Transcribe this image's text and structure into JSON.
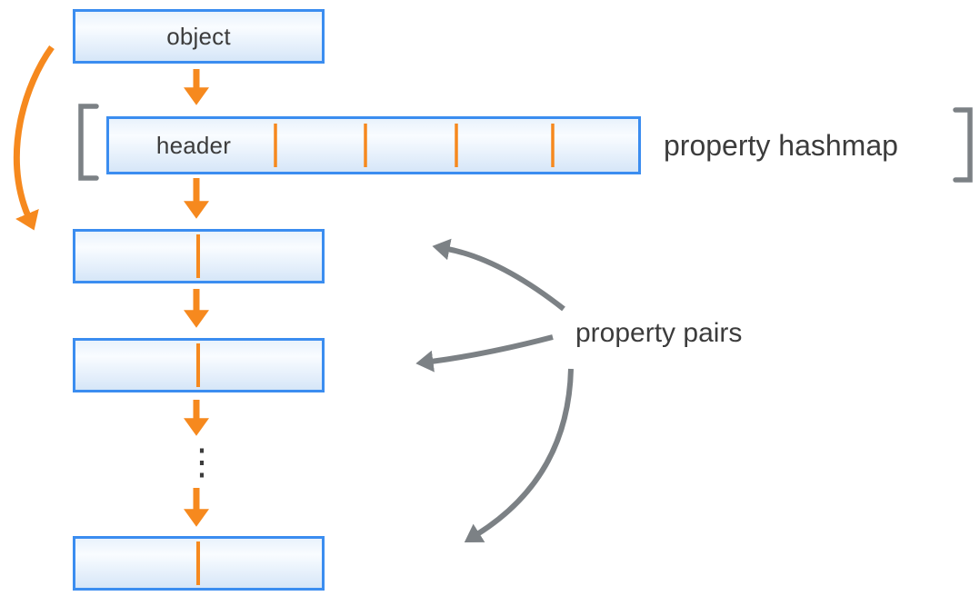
{
  "diagram": {
    "title_hint": "object property hashmap structure",
    "object_box": {
      "label": "object"
    },
    "hashmap": {
      "header_label": "header",
      "annotation": "property hashmap",
      "slot_count": 5,
      "divider_count": 4
    },
    "property_pairs": {
      "annotation": "property pairs",
      "box_count": 3,
      "ellipsis": "⋮"
    },
    "colors": {
      "accent_orange": "#f6891e",
      "box_border_blue": "#3b8df0",
      "box_fill_top": "#e9f2fc",
      "box_fill_bottom": "#d6e6f8",
      "annotation_gray": "#7c8185",
      "text_dark": "#3c3c3c"
    }
  }
}
